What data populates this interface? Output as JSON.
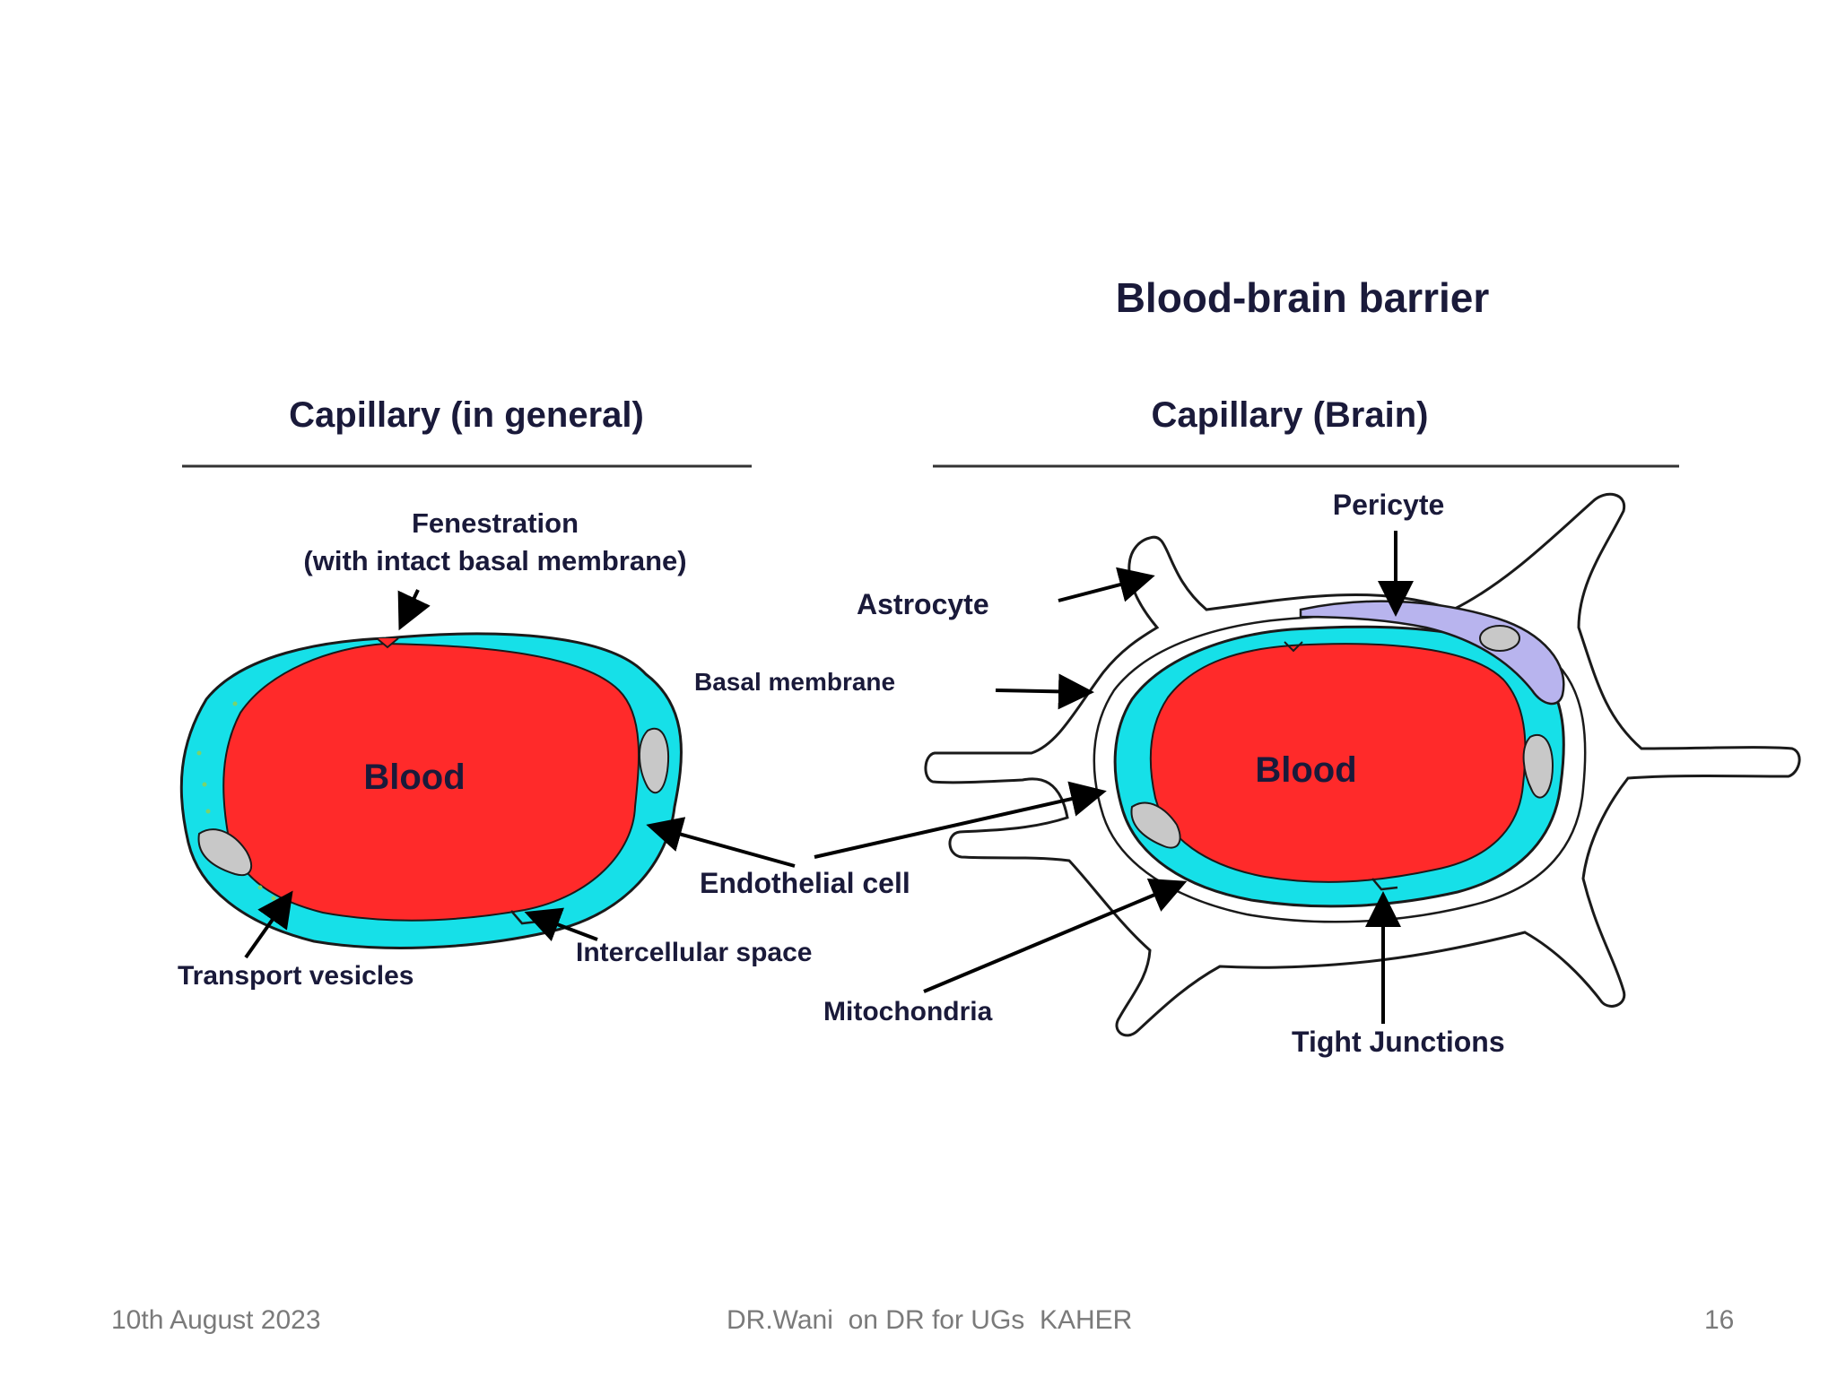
{
  "diagram": {
    "title": "Blood-brain barrier",
    "left_heading": "Capillary (in general)",
    "right_heading": "Capillary (Brain)",
    "labels": {
      "fenestration_line1": "Fenestration",
      "fenestration_line2": "(with intact basal membrane)",
      "blood": "Blood",
      "transport_vesicles": "Transport vesicles",
      "intercellular_space": "Intercellular space",
      "endothelial_cell": "Endothelial cell",
      "basal_membrane": "Basal membrane",
      "astrocyte": "Astrocyte",
      "pericyte": "Pericyte",
      "mitochondria": "Mitochondria",
      "tight_junctions": "Tight Junctions"
    },
    "colors": {
      "blood": "#ff2a2a",
      "endothelium": "#16e0e8",
      "pericyte": "#b8b4ee",
      "nucleus": "#c8c8c8",
      "ink": "#1a1a3a"
    }
  },
  "footer": {
    "date": "10th August 2023",
    "center": "DR.Wani  on DR for UGs  KAHER",
    "page": "16"
  }
}
